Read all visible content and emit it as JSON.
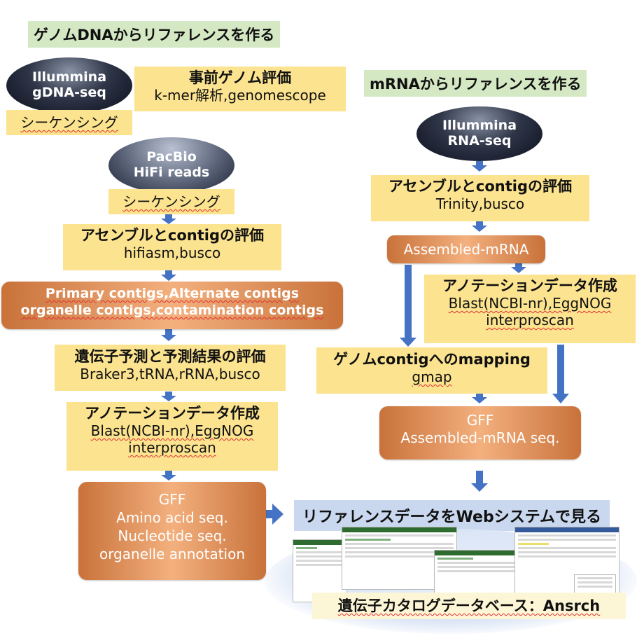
{
  "genome_section": {
    "title": "ゲノムDNAからリファレンスを作る",
    "illumina_oval": [
      "Illummina",
      "gDNA-seq"
    ],
    "illumina_sequencing": "シーケンシング",
    "pre_assessment": {
      "heading": "事前ゲノム評価",
      "tools": "k-mer解析,genomescope"
    },
    "pacbio_oval": [
      "PacBio",
      "HiFi reads"
    ],
    "pacbio_sequencing": "シーケンシング",
    "assembly": {
      "heading": "アセンブルとcontigの評価",
      "tools": "hifiasm,busco"
    },
    "contigs": [
      "Primary contigs,Alternate contigs",
      "organelle contigs,contamination contigs"
    ],
    "gene_prediction": {
      "heading": "遺伝子予測と予測結果の評価",
      "tools": "Braker3,tRNA,rRNA,busco"
    },
    "annotation": {
      "heading": "アノテーションデータ作成",
      "tools": [
        "Blast(NCBI-nr),EggNOG",
        "interproscan"
      ]
    },
    "outputs": [
      "GFF",
      "Amino acid seq.",
      "Nucleotide seq.",
      "organelle annotation"
    ]
  },
  "mrna_section": {
    "title": "mRNAからリファレンスを作る",
    "illumina_oval": [
      "Illummina",
      "RNA-seq"
    ],
    "assembly": {
      "heading": "アセンブルとcontigの評価",
      "tools": "Trinity,busco"
    },
    "assembled": "Assembled-mRNA",
    "annotation": {
      "heading": "アノテーションデータ作成",
      "tools": [
        "Blast(NCBI-nr),EggNOG",
        "interproscan"
      ]
    },
    "mapping": {
      "heading": "ゲノムcontigへのmapping",
      "tools": "gmap"
    },
    "outputs": [
      "GFF",
      "Assembled-mRNA seq."
    ]
  },
  "web_system": {
    "title": "リファレンスデータをWebシステムで見る",
    "catalog": "遺伝子カタログデータベース：Ansrch"
  },
  "colors": {
    "arrow": "#4472c4",
    "green_label": "#d5e8c4",
    "yellow_box": "#fbe38f",
    "orange_box": "#d9804a",
    "blue_label": "#c9d8ee"
  }
}
